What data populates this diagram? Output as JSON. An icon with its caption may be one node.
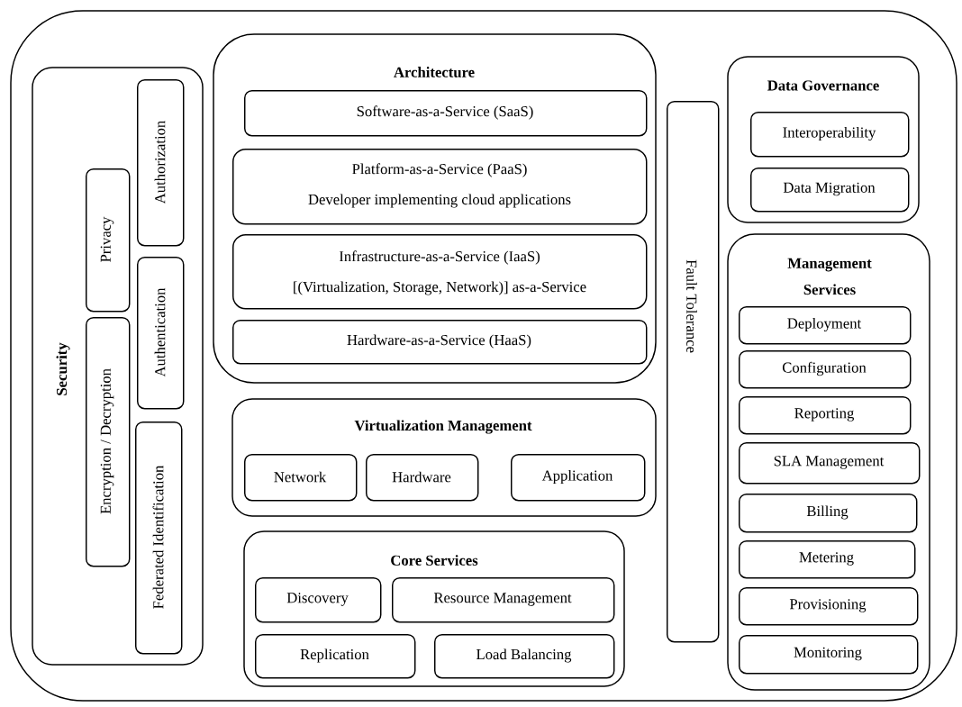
{
  "diagram": {
    "nodes": [
      {
        "text": [],
        "shape": "box"
      },
      {
        "text": [
          "Security"
        ],
        "in": 0
      },
      {
        "text": [
          "Authorization"
        ],
        "in": 1
      },
      {
        "text": [
          "Privacy"
        ],
        "in": 1
      },
      {
        "text": [
          "Authentication"
        ],
        "in": 1
      },
      {
        "text": [
          "Encryption / Decryption"
        ],
        "in": 1
      },
      {
        "text": [
          "Federated Identification"
        ],
        "in": 1
      },
      {
        "text": [
          "Architecture"
        ],
        "in": 0
      },
      {
        "text": [
          "Software-as-a-Service (SaaS)"
        ],
        "in": 7
      },
      {
        "text": [
          "Platform-as-a-Service (PaaS)",
          "Developer implementing cloud applications"
        ],
        "in": 7
      },
      {
        "text": [
          "Infrastructure-as-a-Service (IaaS)",
          "[(Virtualization, Storage, Network)] as-a-Service"
        ],
        "in": 7
      },
      {
        "text": [
          "Hardware-as-a-Service (HaaS)"
        ],
        "in": 7
      },
      {
        "text": [
          "Virtualization Management"
        ],
        "in": 0
      },
      {
        "text": [
          "Network"
        ],
        "in": 12
      },
      {
        "text": [
          "Hardware"
        ],
        "in": 12
      },
      {
        "text": [
          "Application"
        ],
        "in": 12
      },
      {
        "text": [
          "Core Services"
        ],
        "in": 0
      },
      {
        "text": [
          "Discovery"
        ],
        "in": 16
      },
      {
        "text": [
          "Resource Management"
        ],
        "in": 16
      },
      {
        "text": [
          "Replication"
        ],
        "in": 16
      },
      {
        "text": [
          "Load Balancing"
        ],
        "in": 16
      },
      {
        "text": [
          "Fault Tolerance"
        ],
        "in": 0
      },
      {
        "text": [
          "Data Governance"
        ],
        "in": 0
      },
      {
        "text": [
          "Interoperability"
        ],
        "in": 22
      },
      {
        "text": [
          "Data Migration"
        ],
        "in": 22
      },
      {
        "text": [
          "Management Services"
        ],
        "in": 0
      },
      {
        "text": [
          "Deployment"
        ],
        "in": 25
      },
      {
        "text": [
          "Configuration"
        ],
        "in": 25
      },
      {
        "text": [
          "Reporting"
        ],
        "in": 25
      },
      {
        "text": [
          "SLA Management"
        ],
        "in": 25
      },
      {
        "text": [
          "Billing"
        ],
        "in": 25
      },
      {
        "text": [
          "Metering"
        ],
        "in": 25
      },
      {
        "text": [
          "Provisioning"
        ],
        "in": 25
      },
      {
        "text": [
          "Monitoring"
        ],
        "in": 25
      }
    ]
  }
}
